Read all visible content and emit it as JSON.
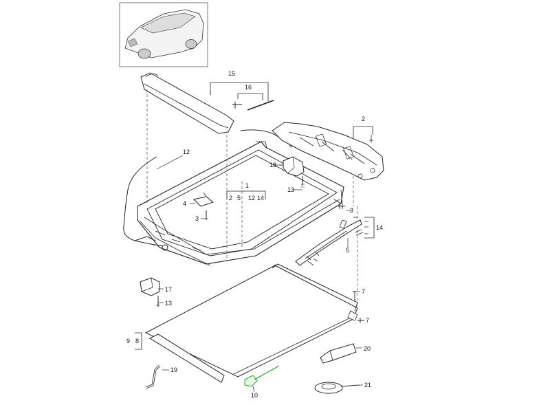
{
  "diagram": {
    "callouts": {
      "c1": "1",
      "c1_sub": [
        "2",
        "5",
        "12",
        "14"
      ],
      "c2": "2",
      "c3a": "3",
      "c3b": "3",
      "c4": "4",
      "c5": "5",
      "c7a": "7",
      "c7b": "7",
      "c9": "9",
      "c8": "8",
      "c10": "10",
      "c12": "12",
      "c13a": "13",
      "c13b": "13",
      "c14": "14",
      "c15": "15",
      "c16": "16",
      "c17": "17",
      "c18": "18",
      "c19": "19",
      "c20": "20",
      "c21": "21"
    },
    "colors": {
      "line": "#222222",
      "highlight": "#22aa22",
      "frame": "#888888"
    }
  }
}
